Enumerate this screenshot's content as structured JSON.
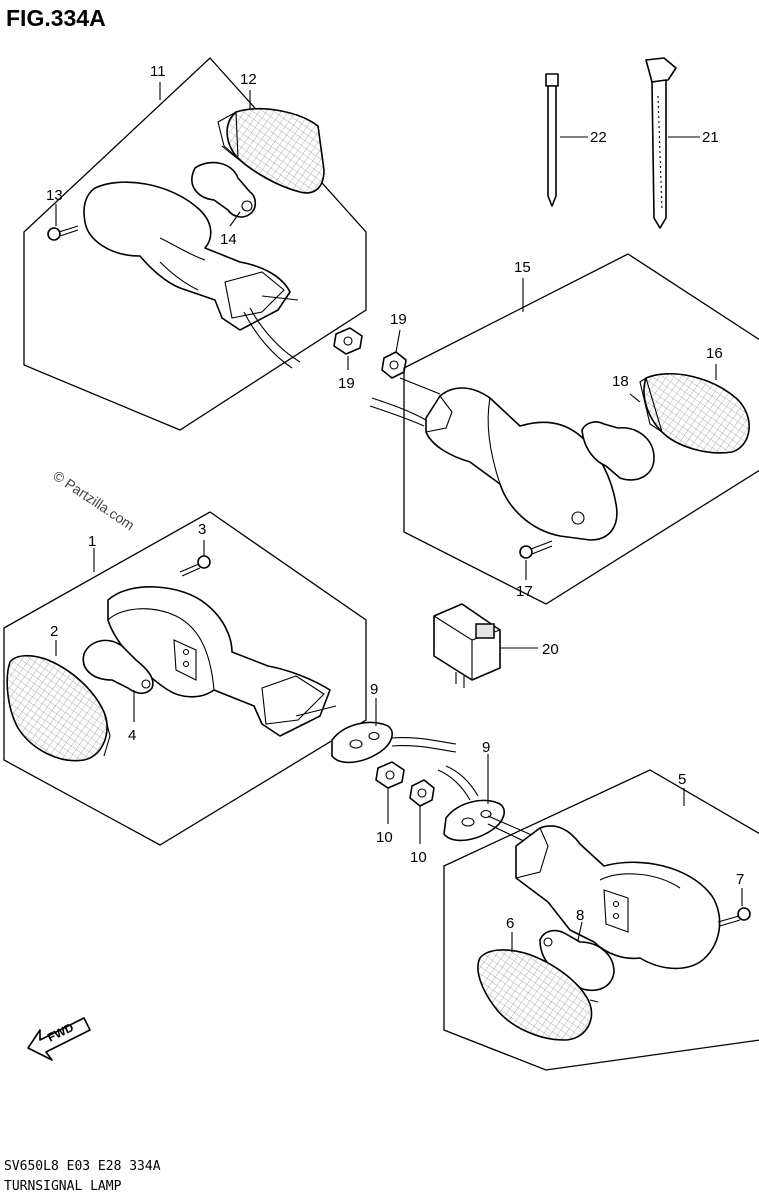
{
  "figure_title": "FIG.334A",
  "footer": {
    "code": "SV650L8  E03  E28  334A",
    "caption": "TURNSIGNAL LAMP"
  },
  "watermark": "© Partzilla.com",
  "fwd_label": "FWD",
  "callouts": {
    "c1": "1",
    "c2": "2",
    "c3": "3",
    "c4": "4",
    "c5": "5",
    "c6": "6",
    "c7": "7",
    "c8": "8",
    "c9a": "9",
    "c9b": "9",
    "c10a": "10",
    "c10b": "10",
    "c11": "11",
    "c12": "12",
    "c13": "13",
    "c14": "14",
    "c15": "15",
    "c16": "16",
    "c17": "17",
    "c18": "18",
    "c19a": "19",
    "c19b": "19",
    "c20": "20",
    "c21": "21",
    "c22": "22"
  }
}
